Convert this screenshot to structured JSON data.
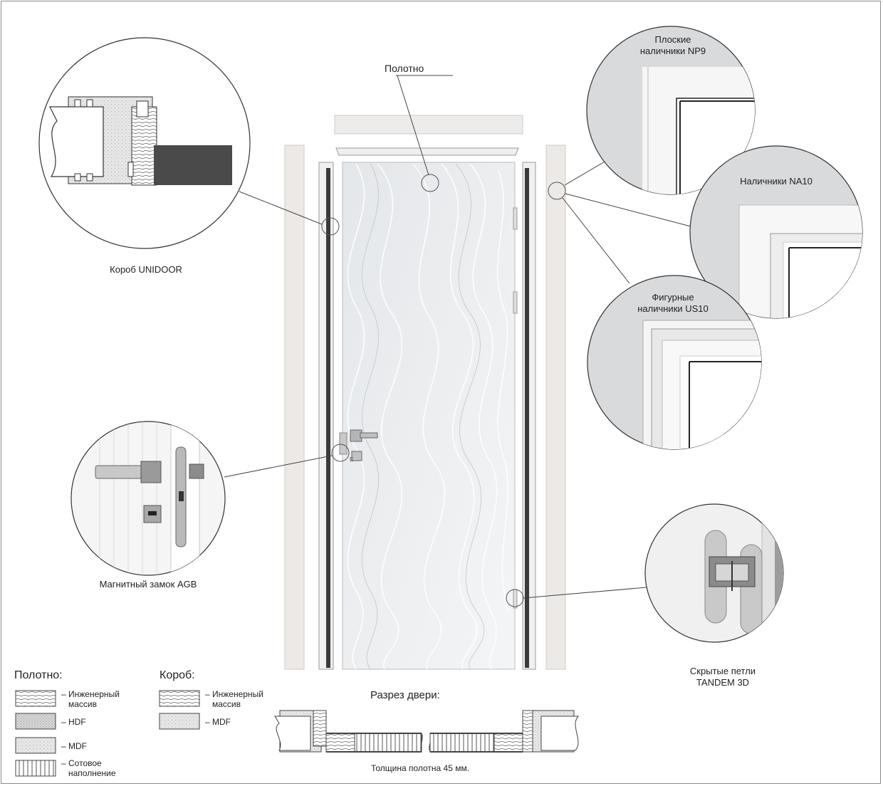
{
  "colors": {
    "outline": "#555555",
    "jamb": "#ece9e7",
    "door_panel": "#eef0f2",
    "gray_panel": "#4a4a4a",
    "circle_bg": "#d9dadc"
  },
  "callouts": {
    "panel": "Полотно",
    "frame_unidoor": "Короб UNIDOOR",
    "trim_np9_line1": "Плоские",
    "trim_np9_line2": "наличники NP9",
    "trim_na10": "Наличники NA10",
    "trim_us10_line1": "Фигурные",
    "trim_us10_line2": "наличники US10",
    "lock_agb": "Магнитный замок AGB",
    "hinges_line1": "Скрытые петли",
    "hinges_line2": "TANDEM 3D"
  },
  "legend": {
    "panel_title": "Полотно:",
    "frame_title": "Короб:",
    "panel_items": [
      {
        "pattern": "engineered-wood",
        "line1": "– Инженерный",
        "line2": "массив"
      },
      {
        "pattern": "hdf",
        "line1": "– HDF",
        "line2": ""
      },
      {
        "pattern": "mdf",
        "line1": "– MDF",
        "line2": ""
      },
      {
        "pattern": "honeycomb",
        "line1": "– Сотовое",
        "line2": "наполнение"
      }
    ],
    "frame_items": [
      {
        "pattern": "engineered-wood",
        "line1": "– Инженерный",
        "line2": "массив"
      },
      {
        "pattern": "mdf",
        "line1": "– MDF",
        "line2": ""
      }
    ]
  },
  "section": {
    "title": "Разрез двери:",
    "thickness_note": "Толщина полотна 45 мм."
  },
  "door_handle_mark": "E"
}
